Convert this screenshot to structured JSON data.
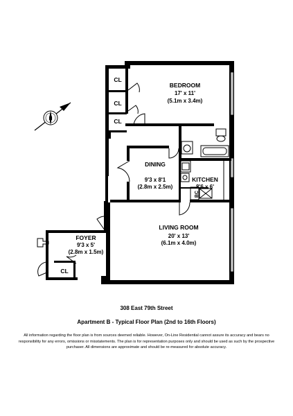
{
  "rooms": {
    "bedroom": {
      "name": "BEDROOM",
      "dim_ft": "17' x 11'",
      "dim_m": "(5.1m x 3.4m)"
    },
    "dining": {
      "name": "DINING",
      "dim_ft": "9'3 x 8'1",
      "dim_m": "(2.8m x 2.5m)"
    },
    "kitchen": {
      "name": "KITCHEN",
      "dim_ft": "8'6 x 6'"
    },
    "living": {
      "name": "LIVING ROOM",
      "dim_ft": "20' x 13'",
      "dim_m": "(6.1m x 4.0m)"
    },
    "foyer": {
      "name": "FOYER",
      "dim_ft": "9'3 x 5'",
      "dim_m": "(2.8m x 1.5m)"
    }
  },
  "closets": {
    "label": "CL",
    "bc_label": "BC"
  },
  "compass": {
    "label": "N"
  },
  "address": "308 East 79th Street",
  "plan_title": "Apartment B - Typical Floor Plan (2nd to 16th Floors)",
  "disclaimer": "All information regarding the floor plan is from sources deemed reliable. However, On-Line Residential cannot assure its accuracy and bears no responsibility for any errors, omissions or misstatements. The plan is for representation purposes only and should be used as such by the prospective purchaser. All dimensions are approximate and should be re-measured for absolute accuracy."
}
